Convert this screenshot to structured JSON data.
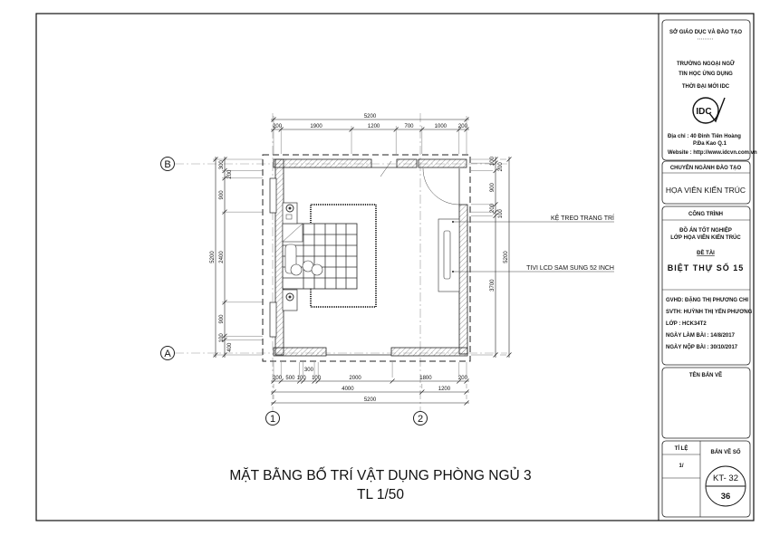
{
  "drawing": {
    "title": "MẶT BẰNG BỐ TRÍ VẬT DỤNG PHÒNG NGỦ 3",
    "scale": "TL 1/50",
    "axes": {
      "row_b": "B",
      "row_a": "A",
      "col_1": "1",
      "col_2": "2"
    },
    "dims_top": {
      "overall": "5200",
      "chain": [
        "200",
        "1900",
        "1200",
        "700",
        "1000",
        "200"
      ]
    },
    "dims_bottom": {
      "chain": [
        "200",
        "500",
        "100",
        "300",
        "100",
        "2000",
        "1800",
        "200"
      ],
      "mid": [
        "4000",
        "1200"
      ],
      "overall": "5200"
    },
    "dims_left": {
      "overall": "5200",
      "chain": [
        "300",
        "200",
        "900",
        "2400",
        "900",
        "100",
        "400"
      ]
    },
    "dims_right": {
      "overall": "5200",
      "chain": [
        "100",
        "200",
        "900",
        "200",
        "100",
        "3700"
      ]
    },
    "labels": {
      "shelf": "KỆ TREO TRANG TRÍ",
      "tv": "TIVI LCD SAM SUNG 52 INCH"
    }
  },
  "title_block": {
    "department": "SỞ GIÁO DỤC VÀ ĐÀO TẠO",
    "school_line1": "TRƯỜNG NGOẠI NGỮ",
    "school_line2": "TIN HỌC ỨNG DỤNG",
    "school_name": "THỜI ĐẠI MỚI IDC",
    "logo_text": "IDC",
    "address_line1": "Địa chỉ   : 40 Đinh Tiên Hoàng",
    "address_line2": "P.Đa Kao    Q.1",
    "website": "Website : http://www.idcvn.com.vn",
    "major_label": "CHUYÊN NGÀNH ĐÀO TẠO",
    "major": "HỌA VIÊN KIẾN TRÚC",
    "project_label": "CÔNG TRÌNH",
    "project_line1": "ĐỒ ÁN TỐT NGHIỆP",
    "project_line2": "LỚP HỌA VIÊN KIẾN TRÚC",
    "topic_label": "ĐỀ TÀI",
    "topic": "BIỆT THỰ SỐ 15",
    "instructor": "GVHD: ĐẶNG THỊ PHƯƠNG CHI",
    "student": "SVTH: HUỲNH THỊ YẾN PHƯƠNG",
    "class": "LỚP  : HCK34T2",
    "date_start": "NGÀY LÀM BÀI : 14/8/2017",
    "date_submit": "NGÀY NỘP BÀI : 30/10/2017",
    "drawing_name_label": "TÊN BẢN VẼ",
    "scale_label": "TỈ LỆ",
    "scale_value": "1/",
    "sheet_label": "BẢN VẼ SỐ",
    "sheet_code": "KT- 32",
    "sheet_number": "36"
  }
}
